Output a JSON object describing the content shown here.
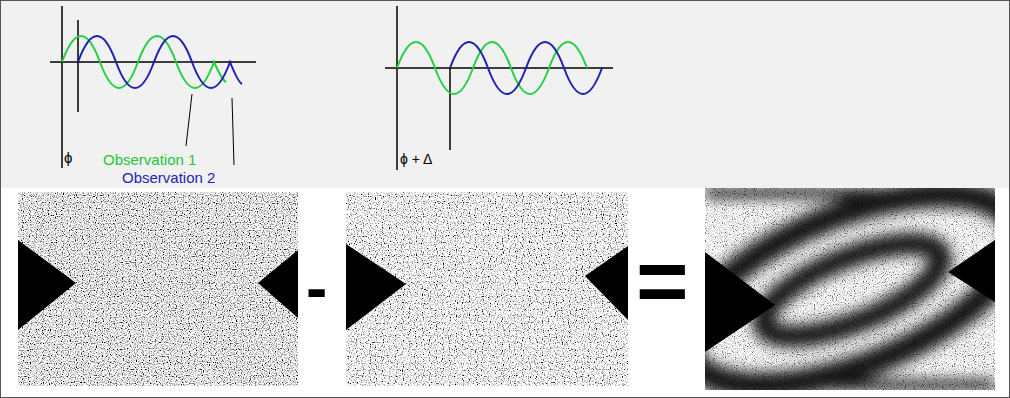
{
  "diagram": {
    "labels": [
      "Observation 1",
      "Observation 2",
      "ϕ",
      "ϕ + Δ",
      "-",
      "="
    ]
  }
}
